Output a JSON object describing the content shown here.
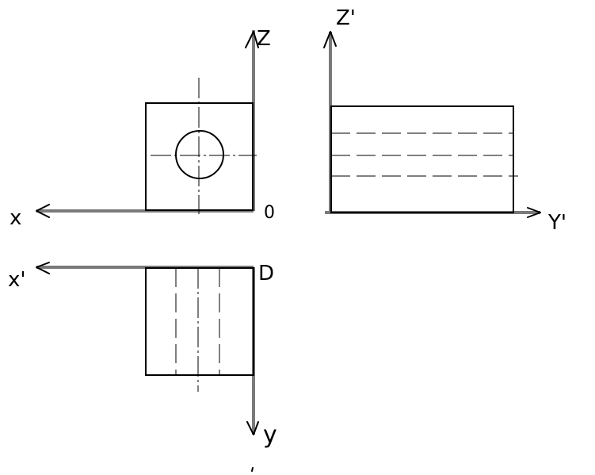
{
  "axes": {
    "x_label": "x",
    "z_label": "Z",
    "x1_label": "x'",
    "z1_label": "Z'",
    "y_label": "y",
    "y1_label": "Y'",
    "origin_top": "0",
    "origin_bottom": "D"
  }
}
